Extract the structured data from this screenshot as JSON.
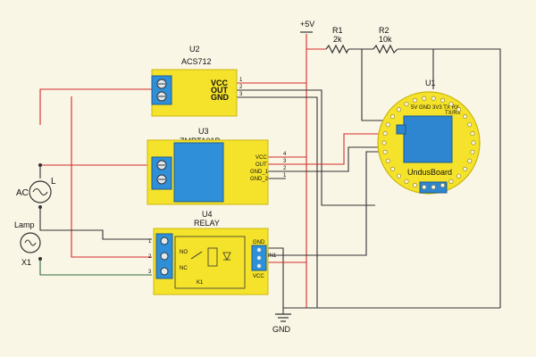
{
  "power": {
    "vcc_label": "+5V",
    "gnd_label": "GND"
  },
  "resistors": {
    "r1": {
      "name": "R1",
      "value": "2k"
    },
    "r2": {
      "name": "R2",
      "value": "10k"
    }
  },
  "u2": {
    "ref": "U2",
    "part": "ACS712",
    "pins": [
      "VCC",
      "OUT",
      "GND"
    ],
    "pin_numbers": [
      "1",
      "2",
      "3"
    ]
  },
  "u3": {
    "ref": "U3",
    "part": "ZMPT101B",
    "pins": [
      "VCC",
      "OUT",
      "GND_1",
      "GND_2"
    ],
    "pin_numbers": [
      "4",
      "3",
      "2",
      "1"
    ]
  },
  "u4": {
    "ref": "U4",
    "part": "RELAY",
    "contacts": [
      "NO",
      "NC"
    ],
    "coil": "K1",
    "terminal_numbers": [
      "1",
      "2",
      "3"
    ],
    "pins": [
      "GND",
      "IN1",
      "VCC"
    ]
  },
  "u1": {
    "ref": "U1",
    "board": "UndusBoard",
    "top_pins": "5V GND 3V3 TX RX",
    "side_pin": "TX/RX"
  },
  "source": {
    "ac_label": "AC",
    "inductor_label": "L"
  },
  "lamp": {
    "label": "Lamp",
    "ref": "X1"
  },
  "colors": {
    "wire_red": "#d42a2a",
    "wire_dark": "#333333",
    "wire_green": "#2e6b3a",
    "module_yellow": "#f5e22a",
    "relay_blue": "#2f8fd8",
    "chip_blue": "#2f86d0"
  }
}
